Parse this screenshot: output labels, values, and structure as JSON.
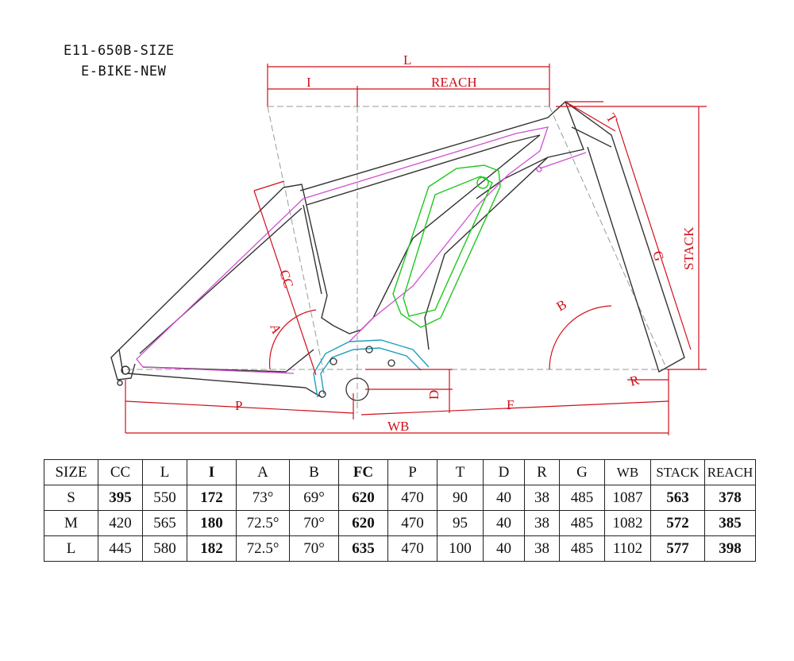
{
  "title": {
    "line1": "E11-650B-SIZE",
    "line2": "E-BIKE-NEW"
  },
  "dimension_labels": {
    "L": "L",
    "I": "I",
    "REACH": "REACH",
    "T": "T",
    "STACK": "STACK",
    "G": "G",
    "CC": "CC",
    "A": "A",
    "B": "B",
    "R": "R",
    "P": "P",
    "D": "D",
    "F": "F",
    "WB": "WB"
  },
  "colors": {
    "dimension": "#d0101a",
    "frame": "#333333",
    "cable": "#d050d0",
    "battery": "#1ec81e",
    "motor": "#20a0c0"
  },
  "table": {
    "headers": [
      "SIZE",
      "CC",
      "L",
      "I",
      "A",
      "B",
      "FC",
      "P",
      "T",
      "D",
      "R",
      "G",
      "WB",
      "STACK",
      "REACH"
    ],
    "rows": [
      [
        "S",
        "395",
        "550",
        "172",
        "73°",
        "69°",
        "620",
        "470",
        "90",
        "40",
        "38",
        "485",
        "1087",
        "563",
        "378"
      ],
      [
        "M",
        "420",
        "565",
        "180",
        "72.5°",
        "70°",
        "620",
        "470",
        "95",
        "40",
        "38",
        "485",
        "1082",
        "572",
        "385"
      ],
      [
        "L",
        "445",
        "580",
        "182",
        "72.5°",
        "70°",
        "635",
        "470",
        "100",
        "40",
        "38",
        "485",
        "1102",
        "577",
        "398"
      ]
    ]
  }
}
